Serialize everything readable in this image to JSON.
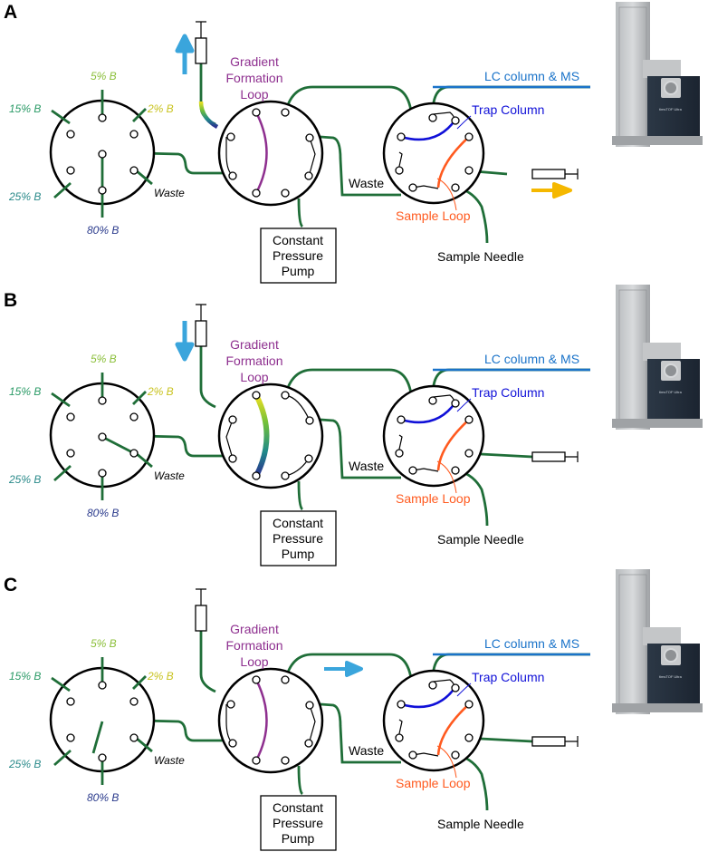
{
  "colors": {
    "tube": "#1f6e38",
    "gradient_loop": "#8e2f8f",
    "trap_column": "#1010d8",
    "sample_loop": "#ff5a1f",
    "lc_ms_line": "#1a73c9",
    "flow_arrow": "#3aa5dc",
    "sample_arrow": "#f5b800",
    "pct_5": "#8bbf3a",
    "pct_2": "#c9c320",
    "pct_15": "#2a9a66",
    "pct_25": "#2a8a8a",
    "pct_80": "#2a3a8c"
  },
  "icons": [
    "syringe-icon",
    "mass-spectrometer-icon",
    "flow-arrow-icon"
  ],
  "panels": [
    {
      "letter": "A",
      "selector": {
        "p5": "5% B",
        "p2": "2% B",
        "p15": "15% B",
        "p25": "25% B",
        "p80": "80% B",
        "waste": "Waste"
      },
      "gradient_label": [
        "Gradient",
        "Formation",
        "Loop"
      ],
      "pump_label": [
        "Constant",
        "Pressure",
        "Pump"
      ],
      "lc_ms": "LC column & MS",
      "trap": "Trap Column",
      "waste": "Waste",
      "sample_loop": "Sample Loop",
      "needle": "Sample Needle",
      "instrument_label": "timsTOF Ultra"
    },
    {
      "letter": "B",
      "selector": {
        "p5": "5% B",
        "p2": "2% B",
        "p15": "15% B",
        "p25": "25% B",
        "p80": "80% B",
        "waste": "Waste"
      },
      "gradient_label": [
        "Gradient",
        "Formation",
        "Loop"
      ],
      "pump_label": [
        "Constant",
        "Pressure",
        "Pump"
      ],
      "lc_ms": "LC column & MS",
      "trap": "Trap Column",
      "waste": "Waste",
      "sample_loop": "Sample Loop",
      "needle": "Sample Needle",
      "instrument_label": "timsTOF Ultra"
    },
    {
      "letter": "C",
      "selector": {
        "p5": "5% B",
        "p2": "2% B",
        "p15": "15% B",
        "p25": "25% B",
        "p80": "80% B",
        "waste": "Waste"
      },
      "gradient_label": [
        "Gradient",
        "Formation",
        "Loop"
      ],
      "pump_label": [
        "Constant",
        "Pressure",
        "Pump"
      ],
      "lc_ms": "LC column & MS",
      "trap": "Trap Column",
      "waste": "Waste",
      "sample_loop": "Sample Loop",
      "needle": "Sample Needle",
      "instrument_label": "timsTOF Ultra"
    }
  ]
}
